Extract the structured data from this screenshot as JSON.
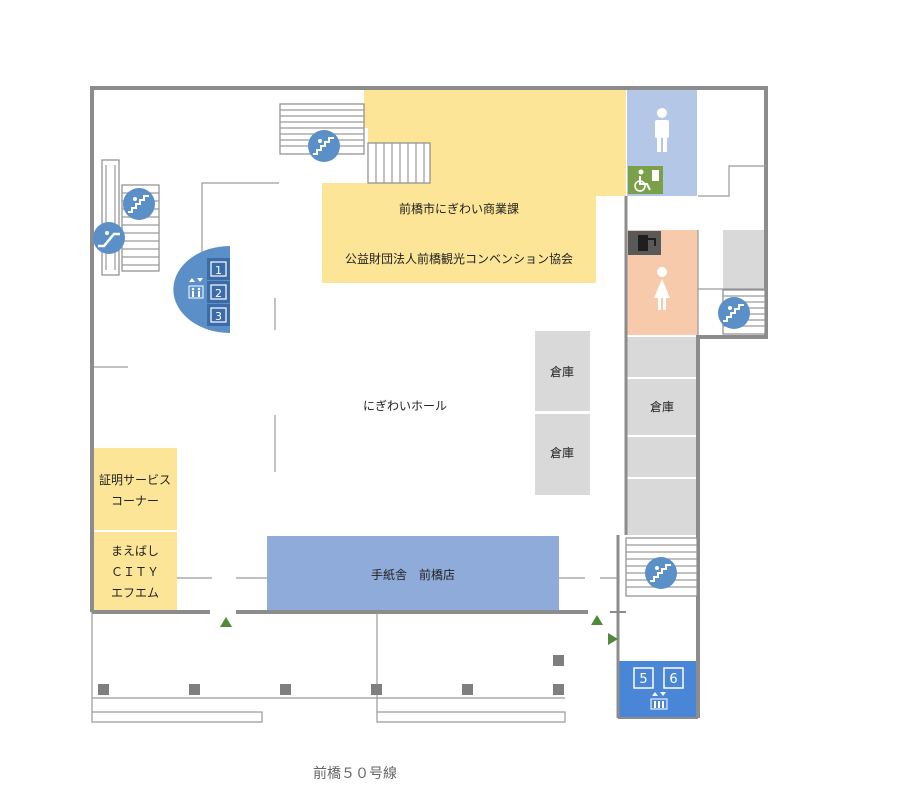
{
  "rooms": {
    "commerce_division": "前橋市にぎわい商業課",
    "convention_association": "公益財団法人前橋観光コンベンション協会",
    "hall": "にぎわいホール",
    "storage": "倉庫",
    "certificate_corner_line1": "証明サービス",
    "certificate_corner_line2": "コーナー",
    "maebashi_city_line1": "まえばし",
    "maebashi_city_line2": "ＣＩＴＹ",
    "maebashi_city_line3": "エフエム",
    "tegamisha": "手紙舎　前橋店"
  },
  "road": "前橋５０号線",
  "elevators": {
    "west": [
      "1",
      "2",
      "3"
    ],
    "east": [
      "5",
      "6"
    ]
  },
  "colors": {
    "yellow": "#fde598",
    "blue_room": "#8fabd9",
    "storage_gray": "#d9d9d9",
    "mens_blue": "#b4c7e7",
    "womens_pink": "#f7caac",
    "icon_blue": "#5b8fc7",
    "arrow_green": "#4e8a3a",
    "pillar": "#7f7f7f"
  }
}
